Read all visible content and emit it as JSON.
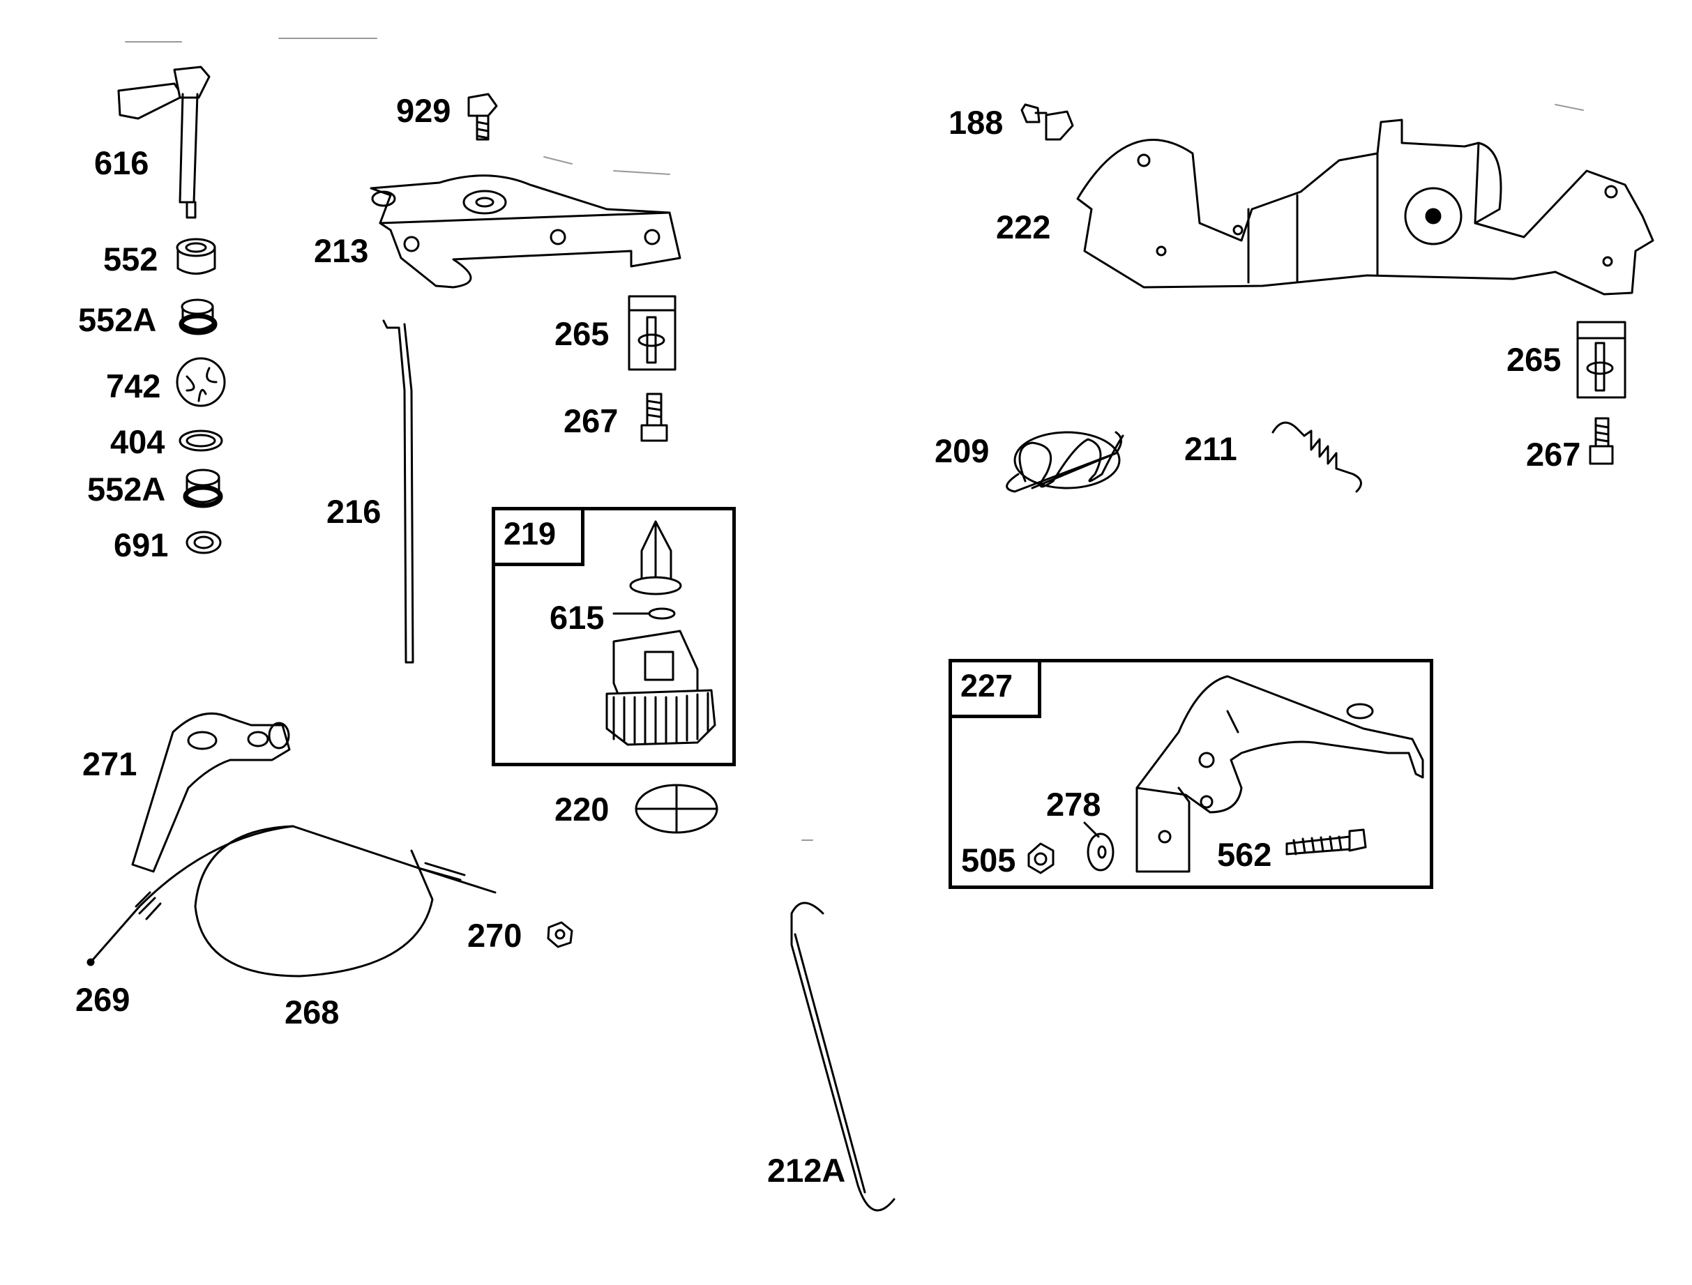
{
  "diagram": {
    "labels": {
      "p616": "616",
      "p552": "552",
      "p552a_1": "552A",
      "p742": "742",
      "p404": "404",
      "p552a_2": "552A",
      "p691": "691",
      "p929": "929",
      "p213": "213",
      "p265_1": "265",
      "p267_1": "267",
      "p216": "216",
      "p615": "615",
      "p220": "220",
      "p271": "271",
      "p270": "270",
      "p269": "269",
      "p268": "268",
      "p188": "188",
      "p222": "222",
      "p265_2": "265",
      "p267_2": "267",
      "p209": "209",
      "p211": "211",
      "p278": "278",
      "p505": "505",
      "p562": "562",
      "p212a": "212A"
    },
    "boxes": {
      "b219": "219",
      "b227": "227"
    }
  }
}
